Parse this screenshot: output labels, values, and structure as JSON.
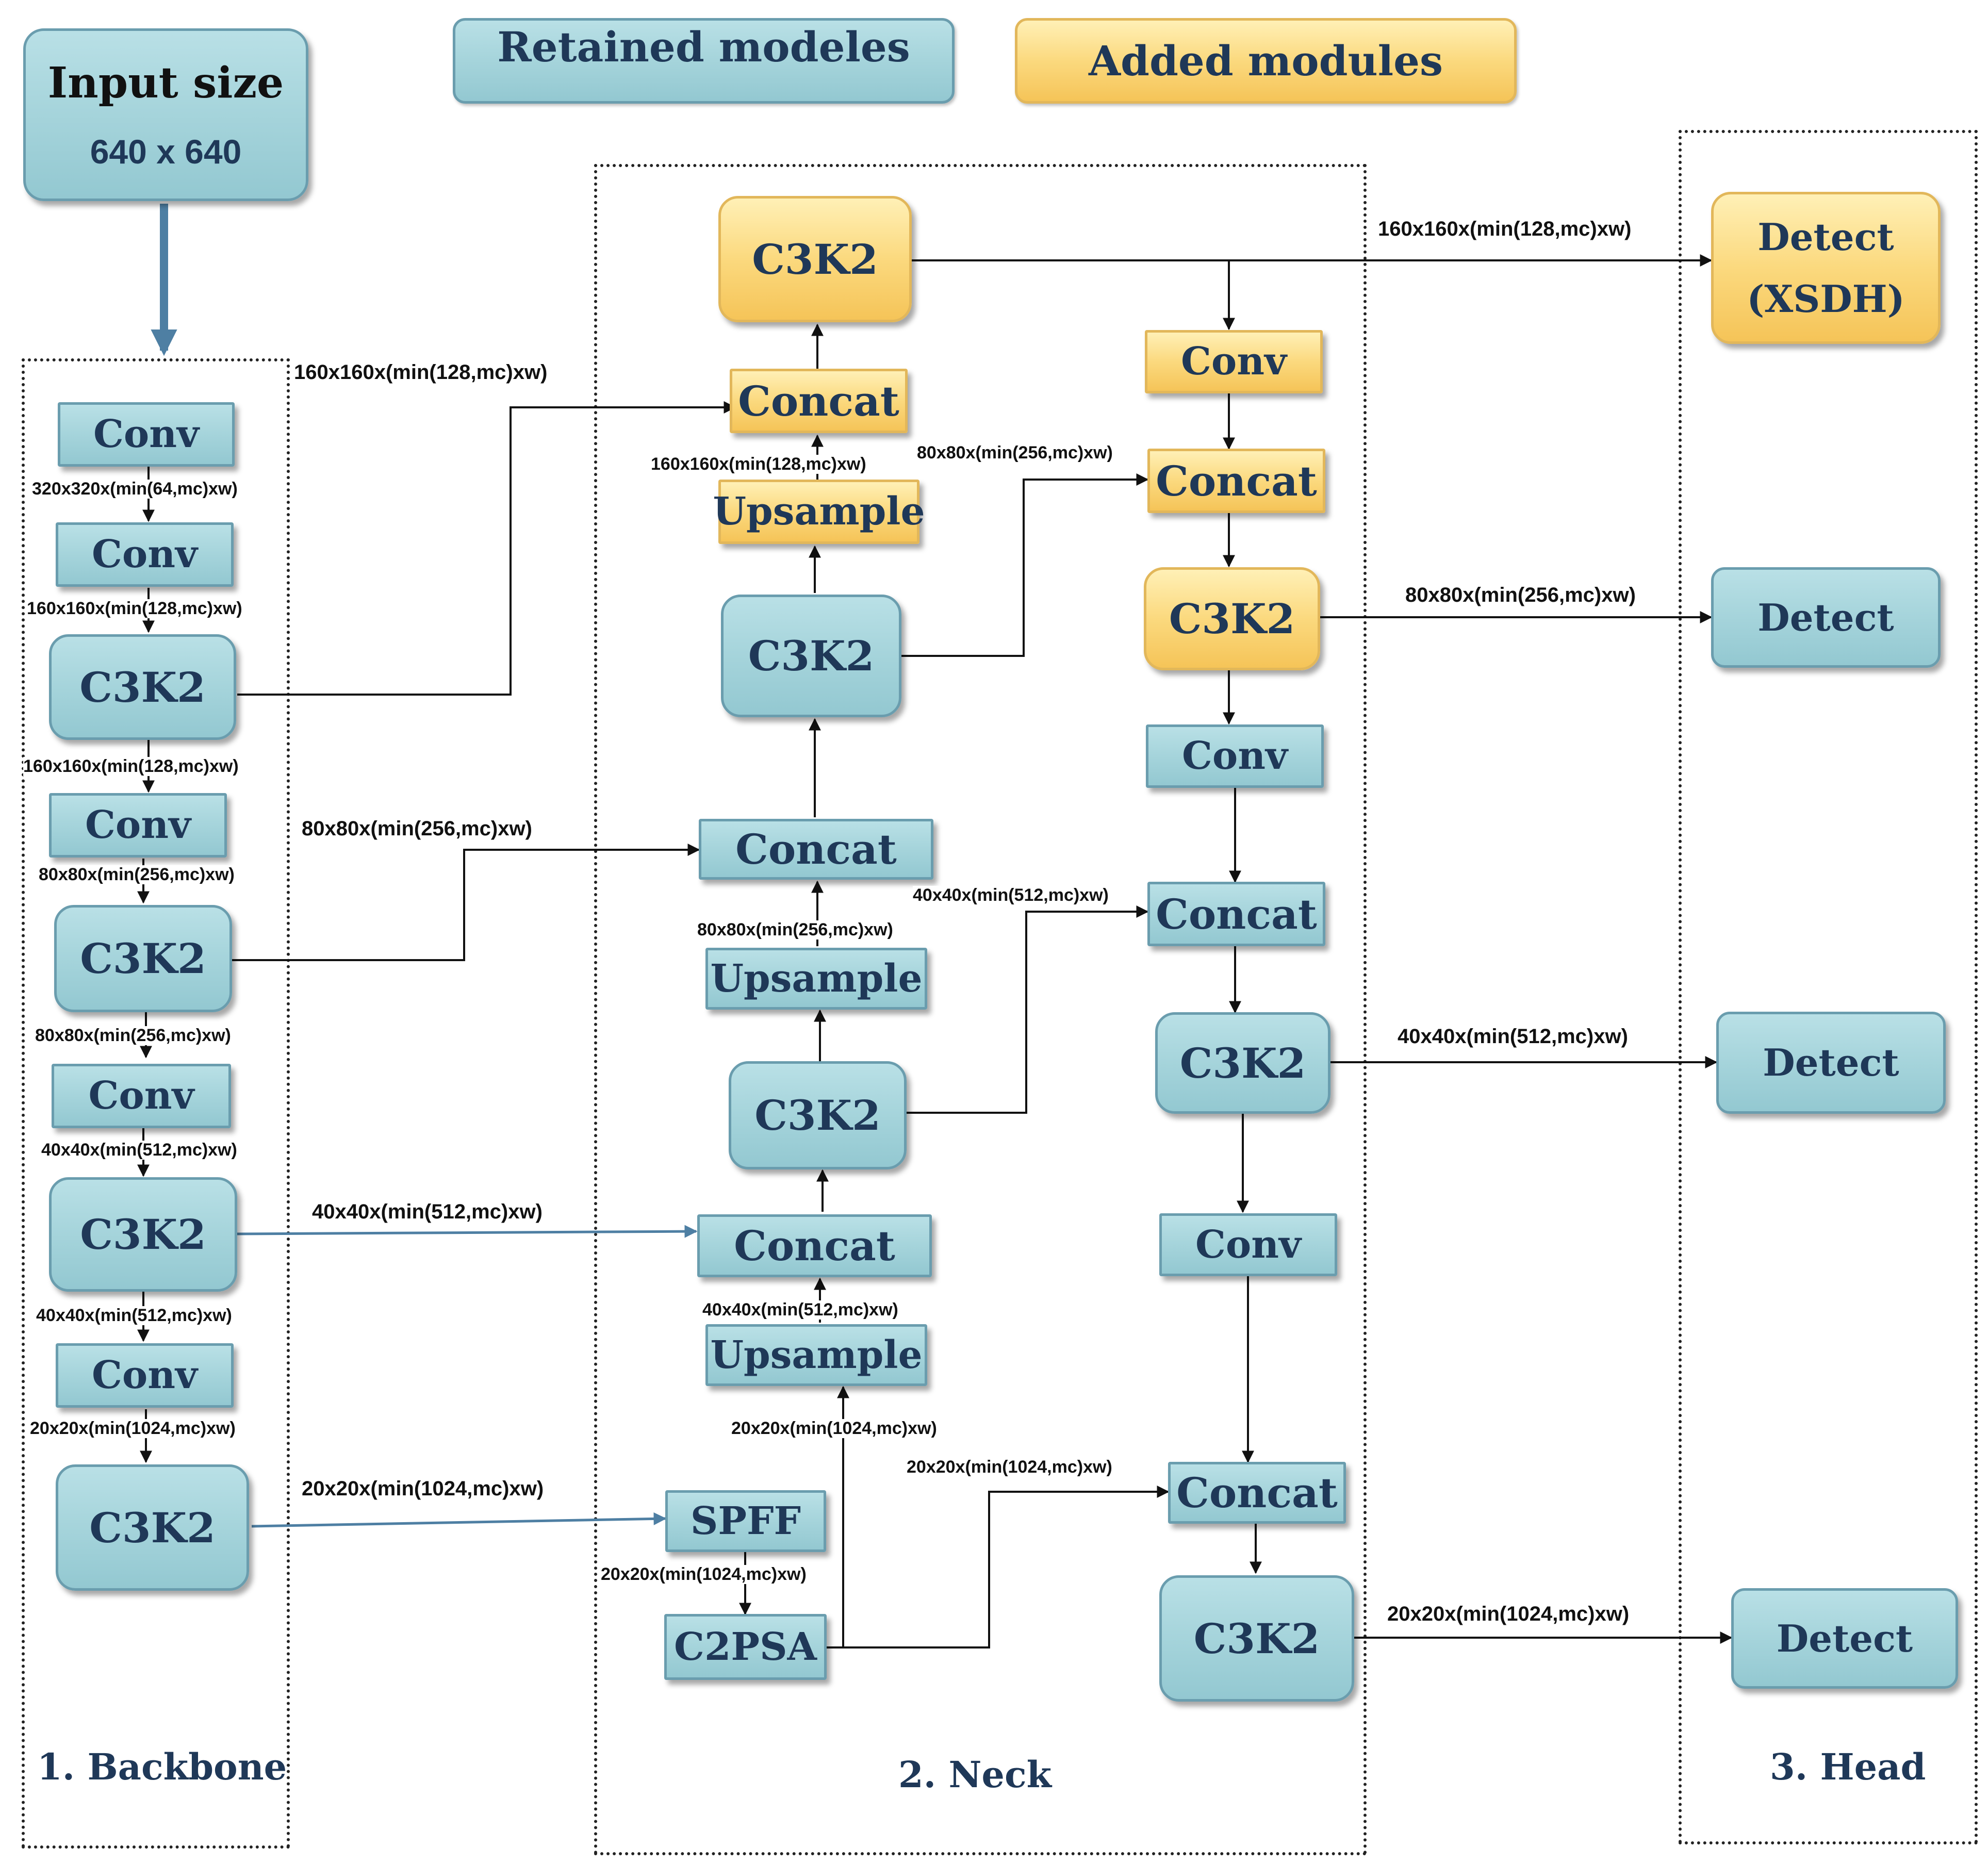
{
  "legend": {
    "retained": "Retained modeles",
    "added": "Added modules",
    "colors": {
      "retained": "#a7d5dc",
      "added": "#f9d474"
    }
  },
  "input": {
    "title": "Input size",
    "value": "640 x 640"
  },
  "sections": {
    "backbone": "1. Backbone",
    "neck": "2. Neck",
    "head": "3. Head"
  },
  "backbone": {
    "conv1": "Conv",
    "l1": "320x320x(min(64,mc)xw)",
    "conv2": "Conv",
    "l2": "160x160x(min(128,mc)xw)",
    "c3k2_1": "C3K2",
    "l3": "160x160x(min(128,mc)xw)",
    "conv3": "Conv",
    "l4": "80x80x(min(256,mc)xw)",
    "c3k2_2": "C3K2",
    "l5": "80x80x(min(256,mc)xw)",
    "conv4": "Conv",
    "l6": "40x40x(min(512,mc)xw)",
    "c3k2_3": "C3K2",
    "l7": "40x40x(min(512,mc)xw)",
    "conv5": "Conv",
    "l8": "20x20x(min(1024,mc)xw)",
    "c3k2_4": "C3K2"
  },
  "links": {
    "to_top_concat": "160x160x(min(128,mc)xw)",
    "to_mid_concat": "80x80x(min(256,mc)xw)",
    "to_low_concat": "40x40x(min(512,mc)xw)",
    "to_spff": "20x20x(min(1024,mc)xw)"
  },
  "neck": {
    "c3k2_top": "C3K2",
    "concat_top": "Concat",
    "l_concat_top": "160x160x(min(128,mc)xw)",
    "upsample_top": "Upsample",
    "c3k2_upper": "C3K2",
    "concat_mid": "Concat",
    "l_concat_mid": "80x80x(min(256,mc)xw)",
    "upsample_mid": "Upsample",
    "c3k2_mid": "C3K2",
    "concat_low": "Concat",
    "l_concat_low": "40x40x(min(512,mc)xw)",
    "upsample_low": "Upsample",
    "l_upsample_low": "20x20x(min(1024,mc)xw)",
    "spff": "SPFF",
    "l_spff": "20x20x(min(1024,mc)xw)",
    "c2psa": "C2PSA",
    "r_conv1": "Conv",
    "r_concat1": "Concat",
    "l_r_concat1": "80x80x(min(256,mc)xw)",
    "r_c3k2_1": "C3K2",
    "r_conv2": "Conv",
    "r_concat2": "Concat",
    "l_r_concat2": "40x40x(min(512,mc)xw)",
    "r_c3k2_2": "C3K2",
    "r_conv3": "Conv",
    "r_concat3": "Concat",
    "l_r_concat3": "20x20x(min(1024,mc)xw)",
    "r_c3k2_3": "C3K2"
  },
  "head": {
    "detect_xsdh_1": "Detect",
    "detect_xsdh_2": "(XSDH)",
    "l_xsdh": "160x160x(min(128,mc)xw)",
    "detect_2": "Detect",
    "l_2": "80x80x(min(256,mc)xw)",
    "detect_3": "Detect",
    "l_3": "40x40x(min(512,mc)xw)",
    "detect_4": "Detect",
    "l_4": "20x20x(min(1024,mc)xw)"
  }
}
